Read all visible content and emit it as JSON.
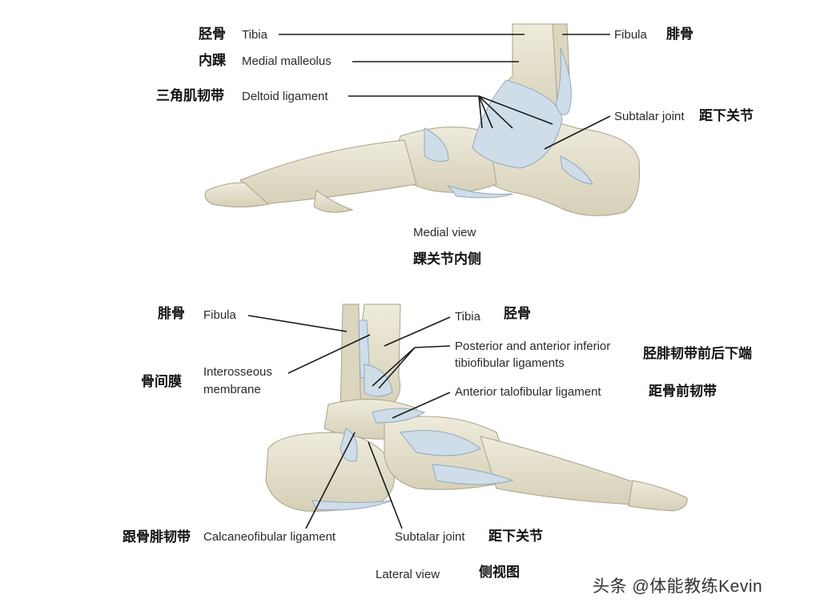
{
  "medial": {
    "tibia_zh": "胫骨",
    "tibia_en": "Tibia",
    "fibula_en": "Fibula",
    "fibula_zh": "腓骨",
    "malleolus_zh": "内踝",
    "malleolus_en": "Medial malleolus",
    "deltoid_zh": "三角肌韧带",
    "deltoid_en": "Deltoid ligament",
    "subtalar_en": "Subtalar joint",
    "subtalar_zh": "距下关节",
    "view_en": "Medial view",
    "view_zh": "踝关节内侧"
  },
  "lateral": {
    "fibula_zh": "腓骨",
    "fibula_en": "Fibula",
    "tibia_en": "Tibia",
    "tibia_zh": "胫骨",
    "tibiofib_en_1": "Posterior and anterior inferior",
    "tibiofib_en_2": "tibiofibular ligaments",
    "tibiofib_zh": "胫腓韧带前后下端",
    "interosseous_zh": "骨间膜",
    "interosseous_en_1": "Interosseous",
    "interosseous_en_2": "membrane",
    "atfl_en": "Anterior talofibular ligament",
    "atfl_zh": "距骨前韧带",
    "cfl_zh": "跟骨腓韧带",
    "cfl_en": "Calcaneofibular ligament",
    "subtalar_en": "Subtalar joint",
    "subtalar_zh": "距下关节",
    "view_en": "Lateral view",
    "view_zh": "侧视图"
  },
  "watermark": "头条 @体能教练Kevin",
  "colors": {
    "bone": "#e6e2d0",
    "bone_shadow": "#c9c3a9",
    "ligament": "#c9d8e6",
    "ligament_edge": "#8fa8bf",
    "leader": "#1a1a1a"
  }
}
